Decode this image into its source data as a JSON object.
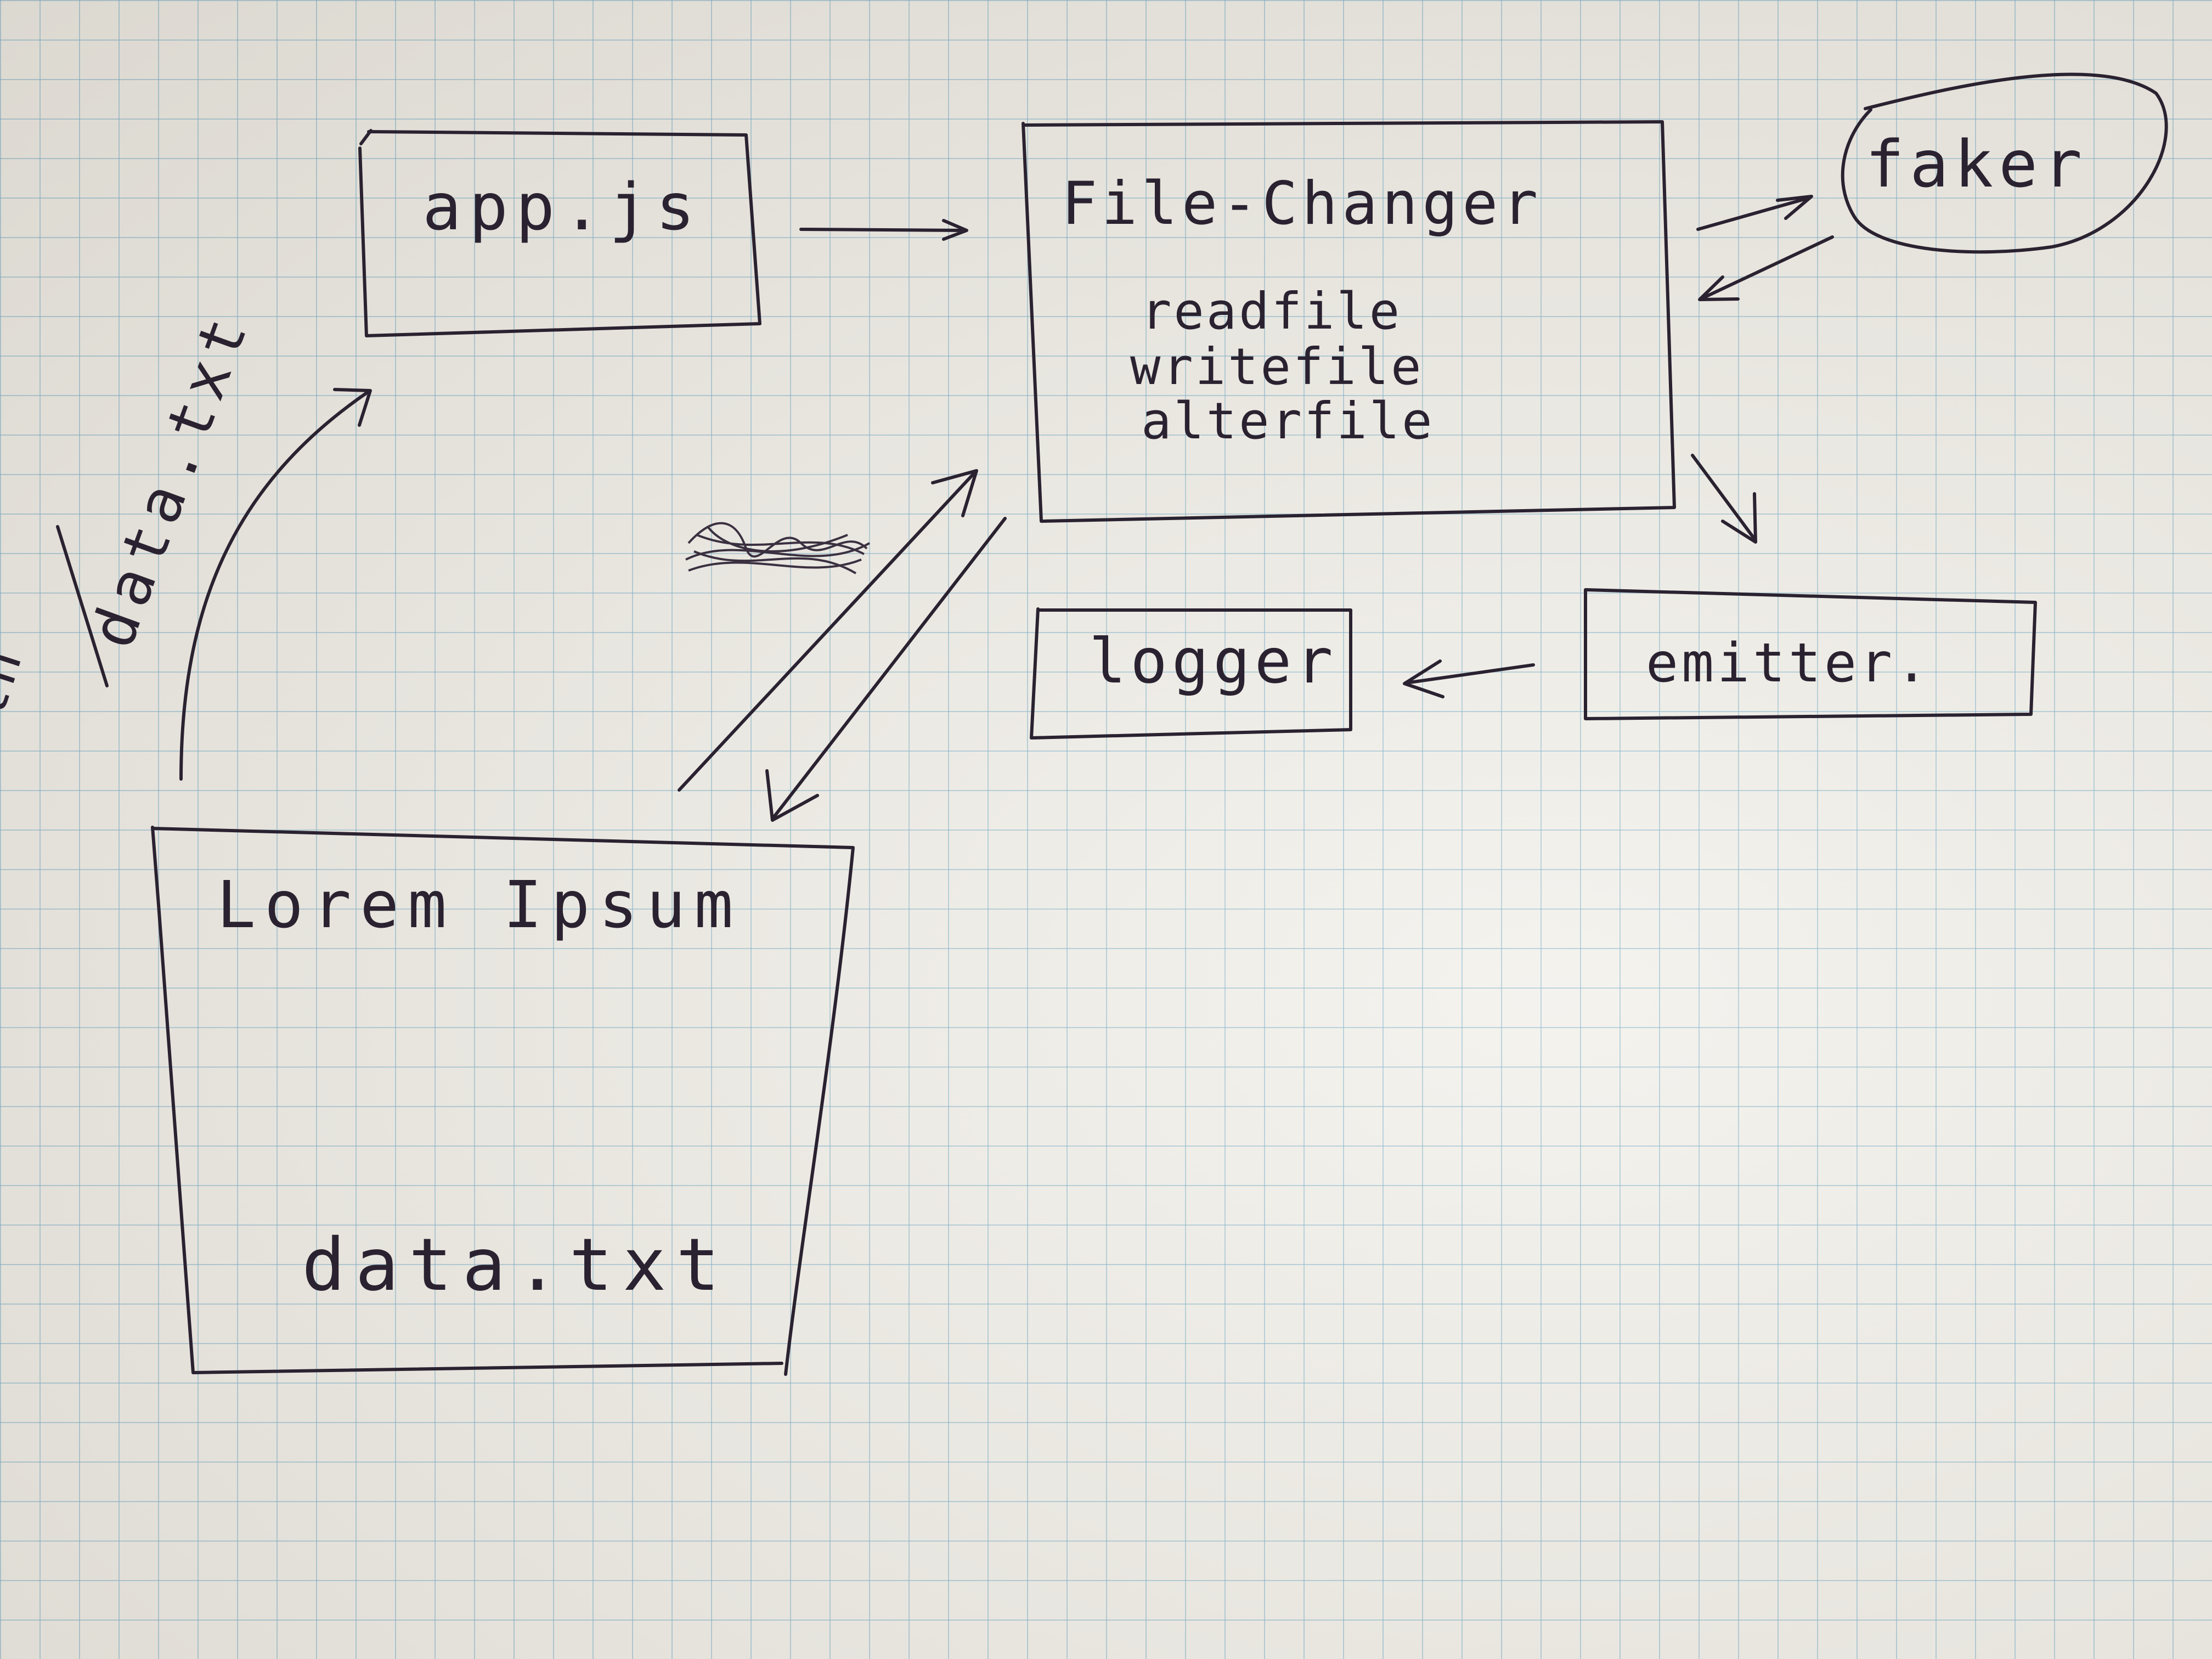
{
  "nodes": {
    "app_js": "app.js",
    "file_changer": {
      "title": "File-Changer",
      "methods": [
        "readfile",
        "writefile",
        "alterfile"
      ]
    },
    "faker": "faker",
    "logger": "logger",
    "emitter": "emitter.",
    "lorem_ipsum": {
      "title": "Lorem Ipsum",
      "file": "data.txt"
    }
  },
  "edge_labels": {
    "path": "path",
    "data_txt": "data.txt"
  }
}
